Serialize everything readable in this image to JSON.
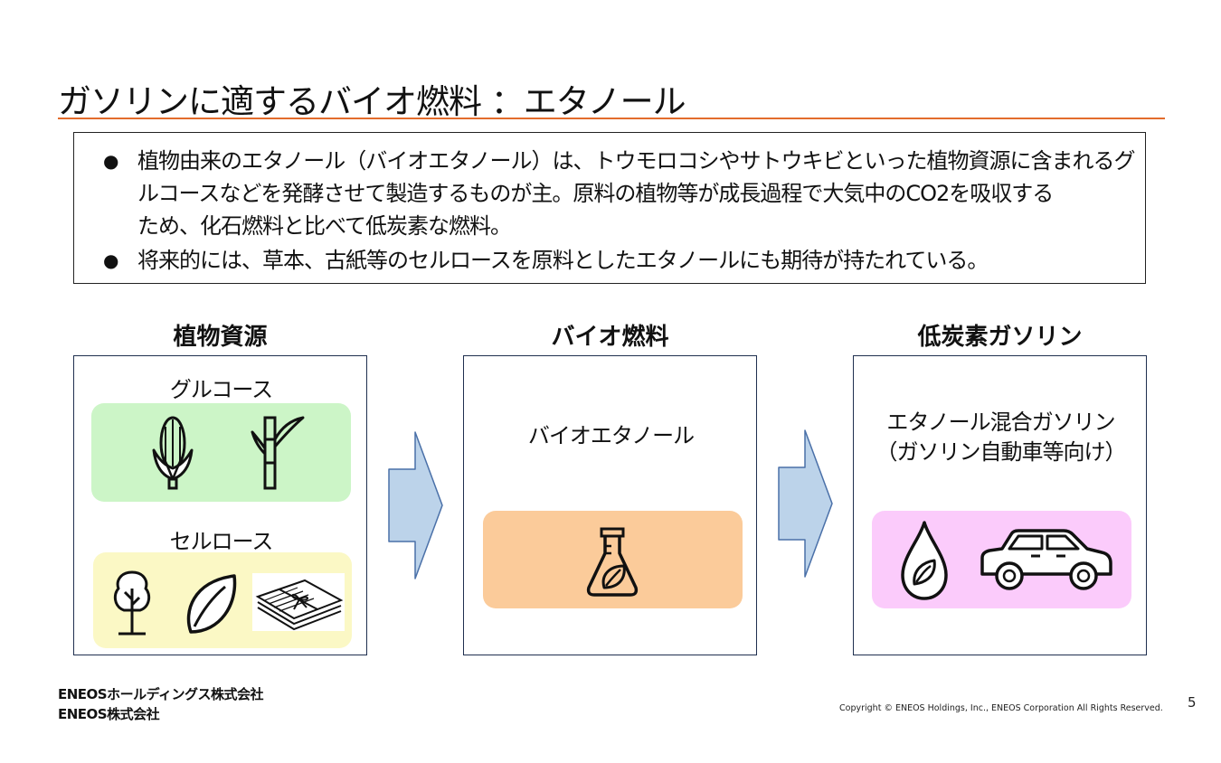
{
  "slide": {
    "title": "ガソリンに適するバイオ燃料 ：エタノール",
    "colors": {
      "accent_rule": "#e36c2c",
      "panel_border": "#1f2f4f",
      "arrow_fill": "#bcd3ea",
      "glucose_bg": "#ccf5c7",
      "cellulose_bg": "#fbf8c5",
      "ethanol_bg": "#fbcb9a",
      "gasoline_bg": "#fbcbfb"
    }
  },
  "summary": {
    "bullets": [
      {
        "lines": [
          "植物由来のエタノール（バイオエタノール）は、トウモロコシやサトウキビといった植物資源に含まれるグ",
          "ルコースなどを発酵させて製造するものが主。原料の植物等が成長過程で大気中のCO2を吸収する",
          "ため、化石燃料と比べて低炭素な燃料。"
        ]
      },
      {
        "lines": [
          "将来的には、草本、古紙等のセルロースを原料としたエタノールにも期待が持たれている。"
        ]
      }
    ],
    "bullet_glyph": "●"
  },
  "columns": {
    "plant": {
      "heading": "植物資源",
      "glucose_label": "グルコース",
      "cellulose_label": "セルロース",
      "glucose_icons": [
        "corn-icon",
        "sugarcane-icon"
      ],
      "cellulose_icons": [
        "tree-icon",
        "leaf-icon",
        "newspaper-bundle-icon"
      ]
    },
    "bio": {
      "heading": "バイオ燃料",
      "label": "バイオエタノール",
      "icon": "flask-leaf-icon"
    },
    "gasoline": {
      "heading": "低炭素ガソリン",
      "label_line1": "エタノール混合ガソリン",
      "label_line2": "（ガソリン自動車等向け）",
      "icons": [
        "bio-drop-icon",
        "car-icon"
      ]
    }
  },
  "footer": {
    "logo1": "ENEOSホールディングス株式会社",
    "logo2": "ENEOS株式会社",
    "copyright": "Copyright © ENEOS Holdings, Inc., ENEOS Corporation  All Rights Reserved.",
    "page_number": "5"
  }
}
